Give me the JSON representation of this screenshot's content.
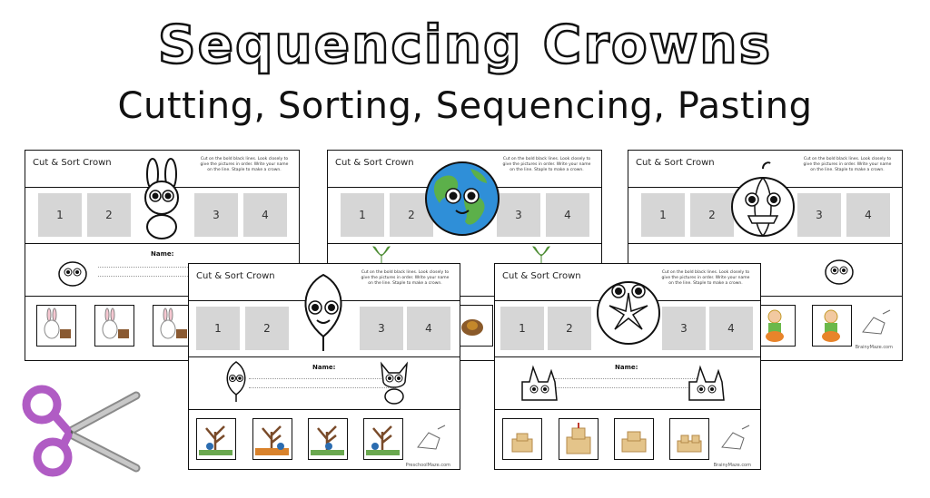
{
  "title": "Sequencing Crowns",
  "subtitle": "Cutting, Sorting, Sequencing, Pasting",
  "sheet": {
    "header": "Cut & Sort Crown",
    "instructions": "Cut on the bold black lines. Look closely to give the pictures in order. Write your name on the line. Staple to make a crown.",
    "name_label": "Name:",
    "numbers": [
      "1",
      "2",
      "3",
      "4"
    ]
  },
  "footers": {
    "brainy": "BrainyMaze.com",
    "preschool": "PreschoolMaze.com"
  },
  "sheets": [
    {
      "theme": "bunny-icon"
    },
    {
      "theme": "earth-icon"
    },
    {
      "theme": "pumpkin-icon"
    },
    {
      "theme": "leaf-icon"
    },
    {
      "theme": "sand-dollar-icon"
    }
  ],
  "colors": {
    "scissors": "#b05cc4",
    "earth_ocean": "#2f8fd8",
    "earth_land": "#5cb04a",
    "tree_trunk": "#7a4b2a"
  }
}
